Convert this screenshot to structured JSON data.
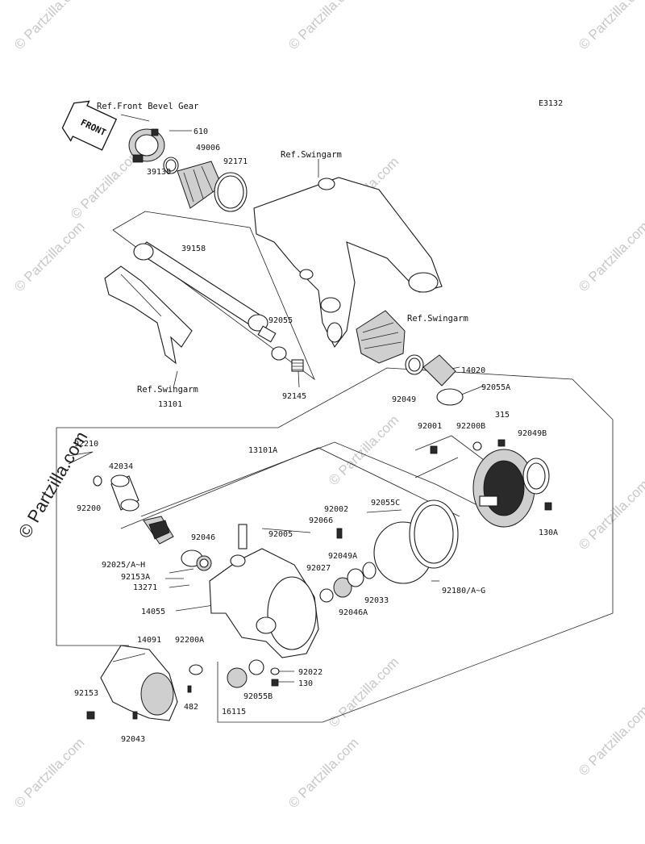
{
  "diagram_code": "E3132",
  "watermark": "© Partzilla.com",
  "front_arrow_label": "FRONT",
  "references": {
    "front_bevel_gear": "Ref.Front Bevel Gear",
    "swingarm_top": "Ref.Swingarm",
    "swingarm_mid": "Ref.Swingarm",
    "swingarm_left": "Ref.Swingarm"
  },
  "part_labels": {
    "p610": "610",
    "p49006": "49006",
    "p92171": "92171",
    "p39130": "39130",
    "p39158": "39158",
    "p92055": "92055",
    "p92145": "92145",
    "p13101": "13101",
    "p14020": "14020",
    "p92049": "92049",
    "p92055A": "92055A",
    "p315": "315",
    "p92001": "92001",
    "p92200B": "92200B",
    "p92049B": "92049B",
    "p92210": "92210",
    "p42034": "42034",
    "p92200": "92200",
    "p13101A": "13101A",
    "p92002": "92002",
    "p92066": "92066",
    "p92055C": "92055C",
    "p92005": "92005",
    "p92046": "92046",
    "p92049A": "92049A",
    "p92025": "92025/A~H",
    "p92153A": "92153A",
    "p13271": "13271",
    "p92027": "92027",
    "p92033": "92033",
    "p92046A": "92046A",
    "p92180": "92180/A~G",
    "p130A": "130A",
    "p14055": "14055",
    "p14091": "14091",
    "p92200A": "92200A",
    "p92022": "92022",
    "p130": "130",
    "p92055B": "92055B",
    "p92153": "92153",
    "p482": "482",
    "p16115": "16115",
    "p92043": "92043"
  }
}
